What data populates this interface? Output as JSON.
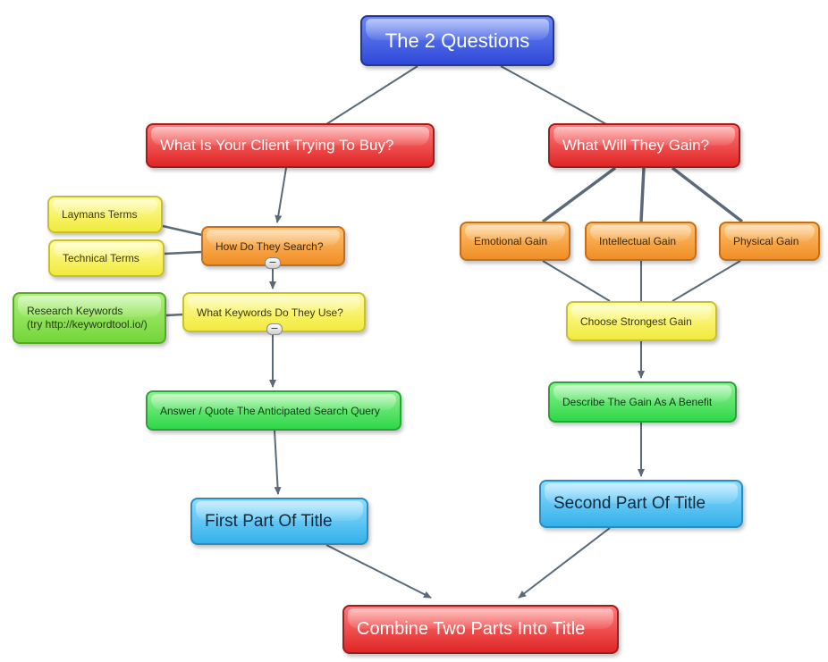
{
  "title": "The 2 Questions",
  "branches": {
    "left": "What Is Your Client Trying To Buy?",
    "right": "What Will They Gain?"
  },
  "left_flow": {
    "laymans_terms": "Laymans Terms",
    "technical_terms": "Technical Terms",
    "how_search": "How Do They Search?",
    "research_keywords_line1": "Research Keywords",
    "research_keywords_line2": "(try http://keywordtool.io/)",
    "what_keywords": "What Keywords Do They Use?",
    "answer_query": "Answer / Quote The Anticipated Search Query",
    "first_part": "First Part Of Title"
  },
  "right_flow": {
    "emotional_gain": "Emotional Gain",
    "intellectual_gain": "Intellectual Gain",
    "physical_gain": "Physical Gain",
    "choose_strongest": "Choose Strongest Gain",
    "describe_benefit": "Describe The Gain As A Benefit",
    "second_part": "Second Part Of Title"
  },
  "result": "Combine Two Parts Into Title",
  "collapse_symbol": "−",
  "colors": {
    "connector": "#5a6a78",
    "title_blue": "#3a55e0",
    "question_red": "#e53030",
    "orange": "#f29a35",
    "yellow": "#f5ef55",
    "green": "#7ddc45",
    "cyan": "#3ab6ee"
  }
}
